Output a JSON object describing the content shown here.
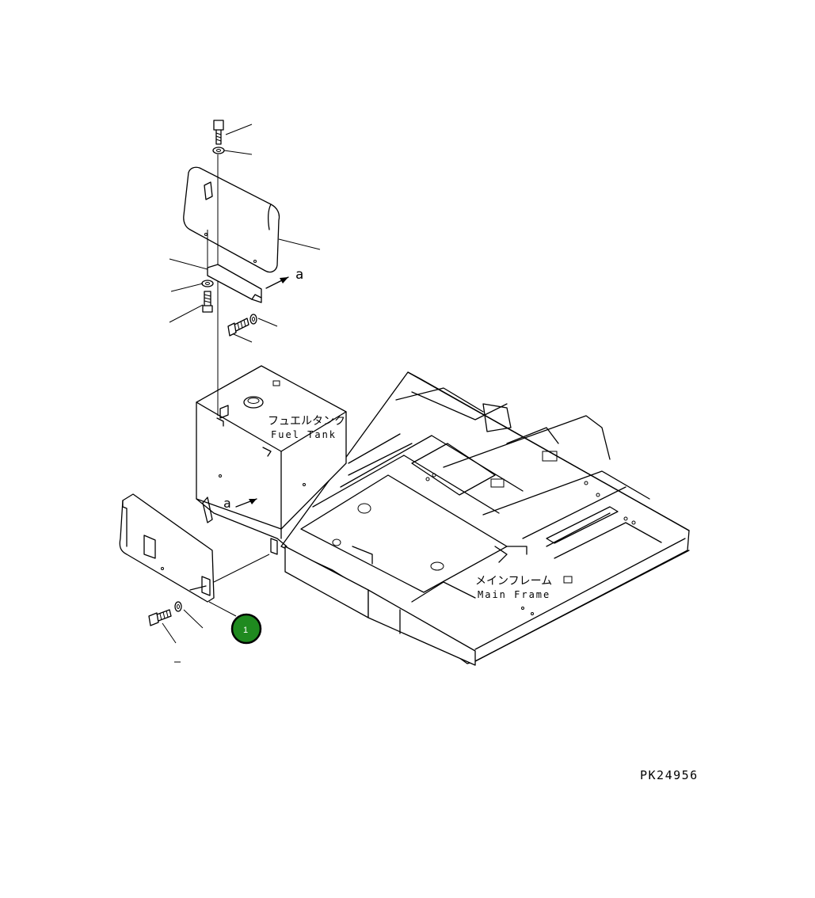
{
  "labels": {
    "fuel_tank_ja": "フュエルタンク",
    "fuel_tank_en": "Fuel Tank",
    "main_frame_ja": "メインフレーム",
    "main_frame_en": "Main Frame",
    "view_a": "a"
  },
  "callouts": [
    {
      "label": "1",
      "color": "#1f8a1f"
    }
  ],
  "figure_code": "PK24956"
}
